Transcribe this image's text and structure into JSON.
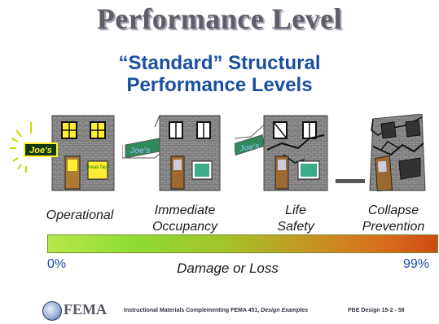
{
  "slide": {
    "title": "Performance Level",
    "subtitle_line1": "“Standard” Structural",
    "subtitle_line2": "Performance Levels"
  },
  "sign_text": "Joe's",
  "door_sign_text": "Break fast!",
  "levels": [
    {
      "line1": "Operational",
      "line2": ""
    },
    {
      "line1": "Immediate",
      "line2": "Occupancy"
    },
    {
      "line1": "Life",
      "line2": "Safety"
    },
    {
      "line1": "Collapse",
      "line2": "Prevention"
    }
  ],
  "damage_scale": {
    "label": "Damage or Loss",
    "min_label": "0%",
    "max_label": "99%"
  },
  "footer": {
    "logo_text": "FEMA",
    "caption_prefix": "Instructional Materials Complementing FEMA 451, ",
    "caption_italic": "Design Examples",
    "page_ref": "PBE Design 15-2 - 58"
  },
  "colors": {
    "title": "#5e5e6a",
    "subtitle": "#1a4fa0",
    "percent": "#2048b0",
    "bar_start": "#b8e84a",
    "bar_end": "#cc4a10"
  }
}
